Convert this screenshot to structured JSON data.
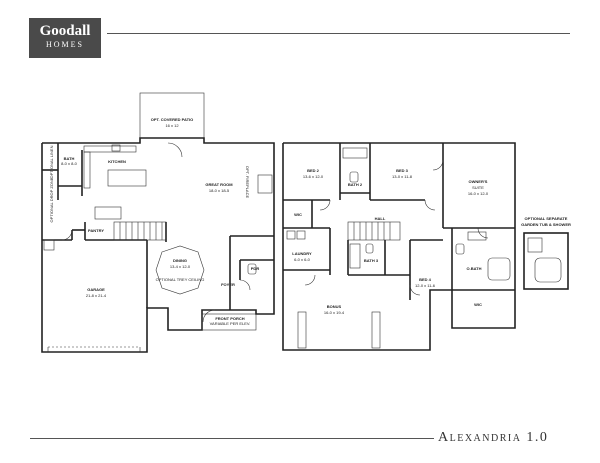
{
  "logo": {
    "brand": "Goodall",
    "sub": "HOMES"
  },
  "plan_name": "Alexandria 1.0",
  "first_floor": {
    "patio": {
      "name": "OPT. COVERED PATIO",
      "size": "16 x 12"
    },
    "bath": {
      "name": "BATH",
      "size": "8-0 x 8-0"
    },
    "optional_linen": "OPTIONAL LINEN",
    "optional_drop_zone": "OPTIONAL DROP ZONE",
    "kitchen": "KITCHEN",
    "great_room": {
      "name": "GREAT ROOM",
      "size": "18-0 x 18-5"
    },
    "fireplace": "OPT. FIREPLACE",
    "pantry": "PANTRY",
    "dining": {
      "name": "DINING",
      "size": "13-4 x 12-0"
    },
    "optional_tray": "OPTIONAL TREY CEILING",
    "pdr": "PDR",
    "foyer": "FOYER",
    "garage": {
      "name": "GARAGE",
      "size": "21-8 x 21-4"
    },
    "front_porch": {
      "name": "FRONT PORCH",
      "note": "VARIABLE PER ELEV."
    }
  },
  "second_floor": {
    "bed2": {
      "name": "BED 2",
      "size": "13-6 x 12-0"
    },
    "bed3": {
      "name": "BED 3",
      "size": "13-0 x 11-8"
    },
    "owners": {
      "name": "OWNER'S",
      "sub": "SUITE",
      "size": "16-0 x 12-0"
    },
    "bath2": "BATH 2",
    "wic": "WIC",
    "laundry": {
      "name": "LAUNDRY",
      "size": "6-0 x 6-0"
    },
    "hall": "HALL",
    "bath3": "BATH 3",
    "bed4": {
      "name": "BED 4",
      "size": "12-0 x 11-6"
    },
    "obath": "O.BATH",
    "owners_wic": "WIC",
    "bonus": {
      "name": "BONUS",
      "size": "16-0 x 19-4"
    }
  },
  "optional_tub": {
    "title_line1": "OPTIONAL SEPARATE",
    "title_line2": "GARDEN TUB & SHOWER"
  }
}
